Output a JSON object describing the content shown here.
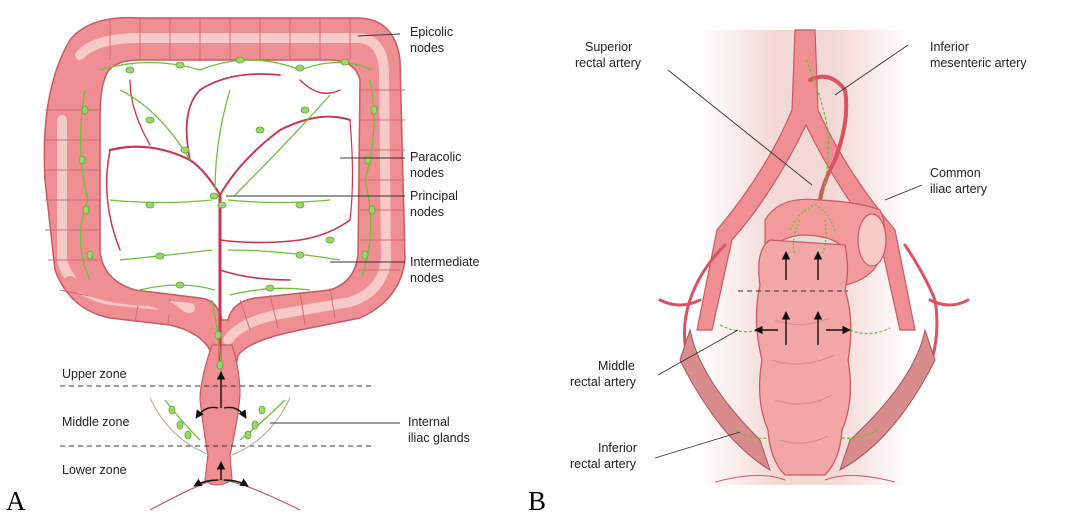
{
  "panel_a": {
    "letter": "A",
    "labels": {
      "epicolic_1": "Epicolic",
      "epicolic_2": "nodes",
      "paracolic_1": "Paracolic",
      "paracolic_2": "nodes",
      "principal_1": "Principal",
      "principal_2": "nodes",
      "intermediate_1": "Intermediate",
      "intermediate_2": "nodes",
      "upper_zone": "Upper zone",
      "middle_zone": "Middle zone",
      "lower_zone": "Lower zone",
      "internal_1": "Internal",
      "internal_2": "iliac glands"
    }
  },
  "panel_b": {
    "letter": "B",
    "labels": {
      "superior_1": "Superior",
      "superior_2": "rectal artery",
      "inf_mes_1": "Inferior",
      "inf_mes_2": "mesenteric artery",
      "common_1": "Common",
      "common_2": "iliac artery",
      "middle_1": "Middle",
      "middle_2": "rectal artery",
      "inferior_1": "Inferior",
      "inferior_2": "rectal artery"
    }
  },
  "colors": {
    "colon_fill": "#ef8f94",
    "colon_light": "#f7c9c7",
    "vessel": "#c8374f",
    "lymph": "#6fbf3a",
    "node": "#9ad66a"
  }
}
